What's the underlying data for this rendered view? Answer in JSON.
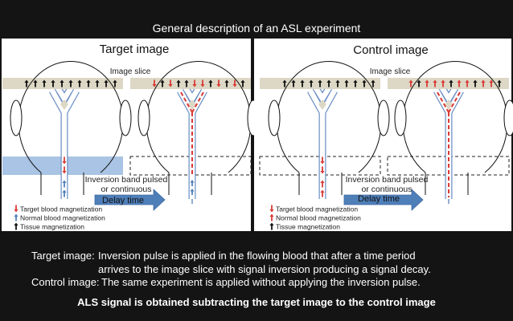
{
  "title": "General description of an ASL experiment",
  "panels": [
    {
      "title": "Target image",
      "slice_label": "Image slice",
      "band_label_1": "Inversion band pulsed",
      "band_label_2": "or continuous",
      "arrow_label": "Delay time",
      "legend": [
        {
          "label": "Target blood magnetization",
          "color": "#d93a35",
          "direction": "down"
        },
        {
          "label": "Normal blood magnetization",
          "color": "#4f7fb8",
          "direction": "up"
        },
        {
          "label": "Tissue magnetization",
          "color": "#111111",
          "direction": "up"
        }
      ]
    },
    {
      "title": "Control image",
      "slice_label": "Image slice",
      "band_label_1": "Inversion band pulsed",
      "band_label_2": "or continuous",
      "arrow_label": "Delay time",
      "legend": [
        {
          "label": "Target blood magnetization",
          "color": "#d93a35",
          "direction": "down"
        },
        {
          "label": "Normal blood magnetization",
          "color": "#d93a35",
          "direction": "up"
        },
        {
          "label": "Tissue magnetization",
          "color": "#111111",
          "direction": "up"
        }
      ]
    }
  ],
  "description": {
    "target_label": "Target image:",
    "target_line_1": "Inversion pulse is applied in the flowing blood that after a time period",
    "target_line_2": "arrives to the image slice with signal inversion producing a signal decay.",
    "control_label": "Control image:",
    "control_text": "The same experiment is applied without applying the inversion pulse.",
    "conclusion": "ALS signal is obtained subtracting the target image to the control image"
  },
  "colors": {
    "background": "#141414",
    "panel": "#ffffff",
    "slice_band": "#ddd8c5",
    "inversion_band": "#a9c4e4",
    "vessel_outline": "#6d90c4",
    "target_blood": "#d93a35",
    "normal_blood": "#4f7fb8",
    "tissue": "#111111",
    "delay_arrow": "#4f7fb8"
  }
}
